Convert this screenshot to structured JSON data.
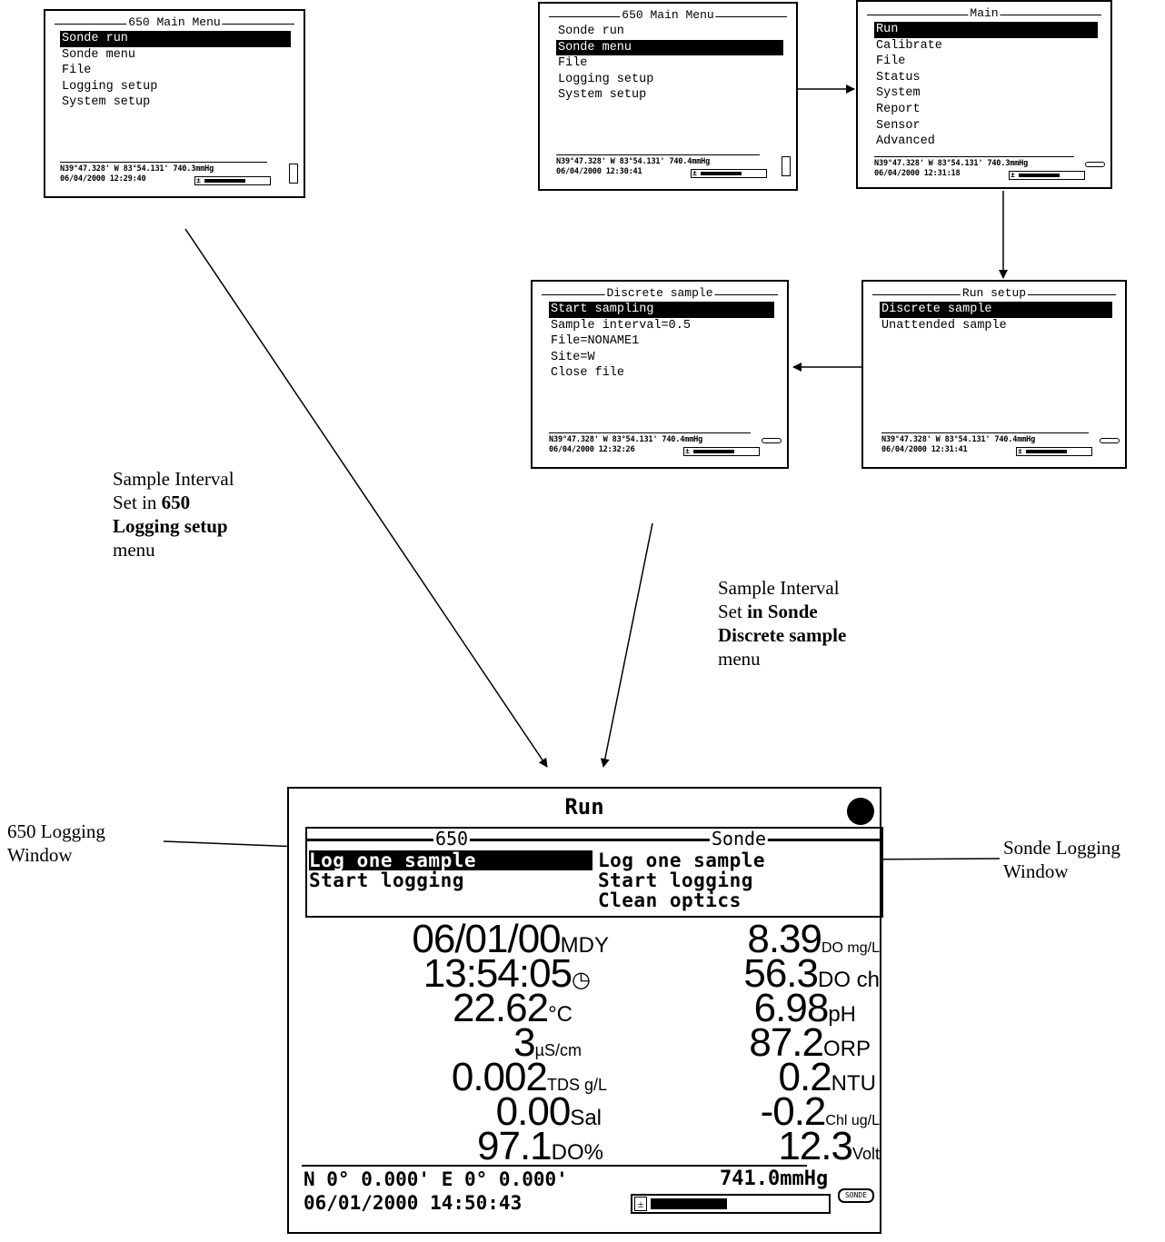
{
  "screens": {
    "main_left": {
      "title": "650 Main Menu",
      "items": [
        "Sonde run",
        "Sonde menu",
        "File",
        "Logging setup",
        "System setup"
      ],
      "footer": {
        "line1": "N39°47.328' W 83°54.131'    740.3mmHg",
        "line2": "06/04/2000 12:29:40"
      }
    },
    "main_right": {
      "title": "650 Main Menu",
      "items": [
        "Sonde run",
        "Sonde menu",
        "File",
        "Logging setup",
        "System setup"
      ],
      "footer": {
        "line1": "N39°47.328' W 83°54.131'    740.4mmHg",
        "line2": "06/04/2000 12:30:41"
      }
    },
    "sonde_main": {
      "title": "Main",
      "items": [
        "Run",
        "Calibrate",
        "File",
        "Status",
        "System",
        "Report",
        "Sensor",
        "Advanced"
      ],
      "footer": {
        "line1": "N39°47.328' W 83°54.131'    740.3mmHg",
        "line2": "06/04/2000 12:31:18"
      }
    },
    "run_setup": {
      "title": "Run setup",
      "items": [
        "Discrete sample",
        "Unattended sample"
      ],
      "footer": {
        "line1": "N39°47.328' W 83°54.131'    740.4mmHg",
        "line2": "06/04/2000 12:31:41"
      }
    },
    "discrete": {
      "title": "Discrete sample",
      "items": [
        "Start sampling",
        "Sample interval=0.5",
        "File=NONAME1",
        "Site=W",
        "Close file"
      ],
      "footer": {
        "line1": "N39°47.328' W 83°54.131'    740.4mmHg",
        "line2": "06/04/2000 12:32:26"
      }
    }
  },
  "annotations": {
    "left_note": {
      "line1": "Sample Interval",
      "line2_pre": "Set in ",
      "line2_bold": "650",
      "line3_bold": "Logging setup",
      "line4": "menu"
    },
    "right_note": {
      "line1": "Sample Interval",
      "line2_pre": "Set ",
      "line2_bold": "in Sonde",
      "line3_bold": "Discrete sample",
      "line4": "menu"
    },
    "logging_650": {
      "line1": "650 Logging",
      "line2": "Window"
    },
    "logging_sonde": {
      "line1": "Sonde Logging",
      "line2": "Window"
    }
  },
  "run": {
    "title": "Run",
    "col650": {
      "header": "650",
      "items": [
        "Log one sample",
        "Start logging"
      ]
    },
    "colSonde": {
      "header": "Sonde",
      "items": [
        "Log one sample",
        "Start logging",
        "Clean optics"
      ]
    },
    "left_readings": [
      {
        "value": "06/01/00",
        "unit": "MDY"
      },
      {
        "value": "13:54:05",
        "unit": "◷"
      },
      {
        "value": "22.62",
        "unit": "°C"
      },
      {
        "value": "3",
        "unit": "µS/cm"
      },
      {
        "value": "0.002",
        "unit": "TDS g/L"
      },
      {
        "value": "0.00",
        "unit": "Sal"
      },
      {
        "value": "97.1",
        "unit": "DO%"
      }
    ],
    "right_readings": [
      {
        "value": "8.39",
        "unit": "DO mg/L"
      },
      {
        "value": "56.3",
        "unit": "DO ch"
      },
      {
        "value": "6.98",
        "unit": "pH"
      },
      {
        "value": "87.2",
        "unit": "ORP"
      },
      {
        "value": "0.2",
        "unit": "NTU"
      },
      {
        "value": "-0.2",
        "unit": "Chl ug/L"
      },
      {
        "value": "12.3",
        "unit": "Volt"
      }
    ],
    "gps": "N 0° 0.000' E  0° 0.000'",
    "pressure": "741.0mmHg",
    "datetime": "06/01/2000 14:50:43",
    "sonde_icon": "SONDE"
  }
}
